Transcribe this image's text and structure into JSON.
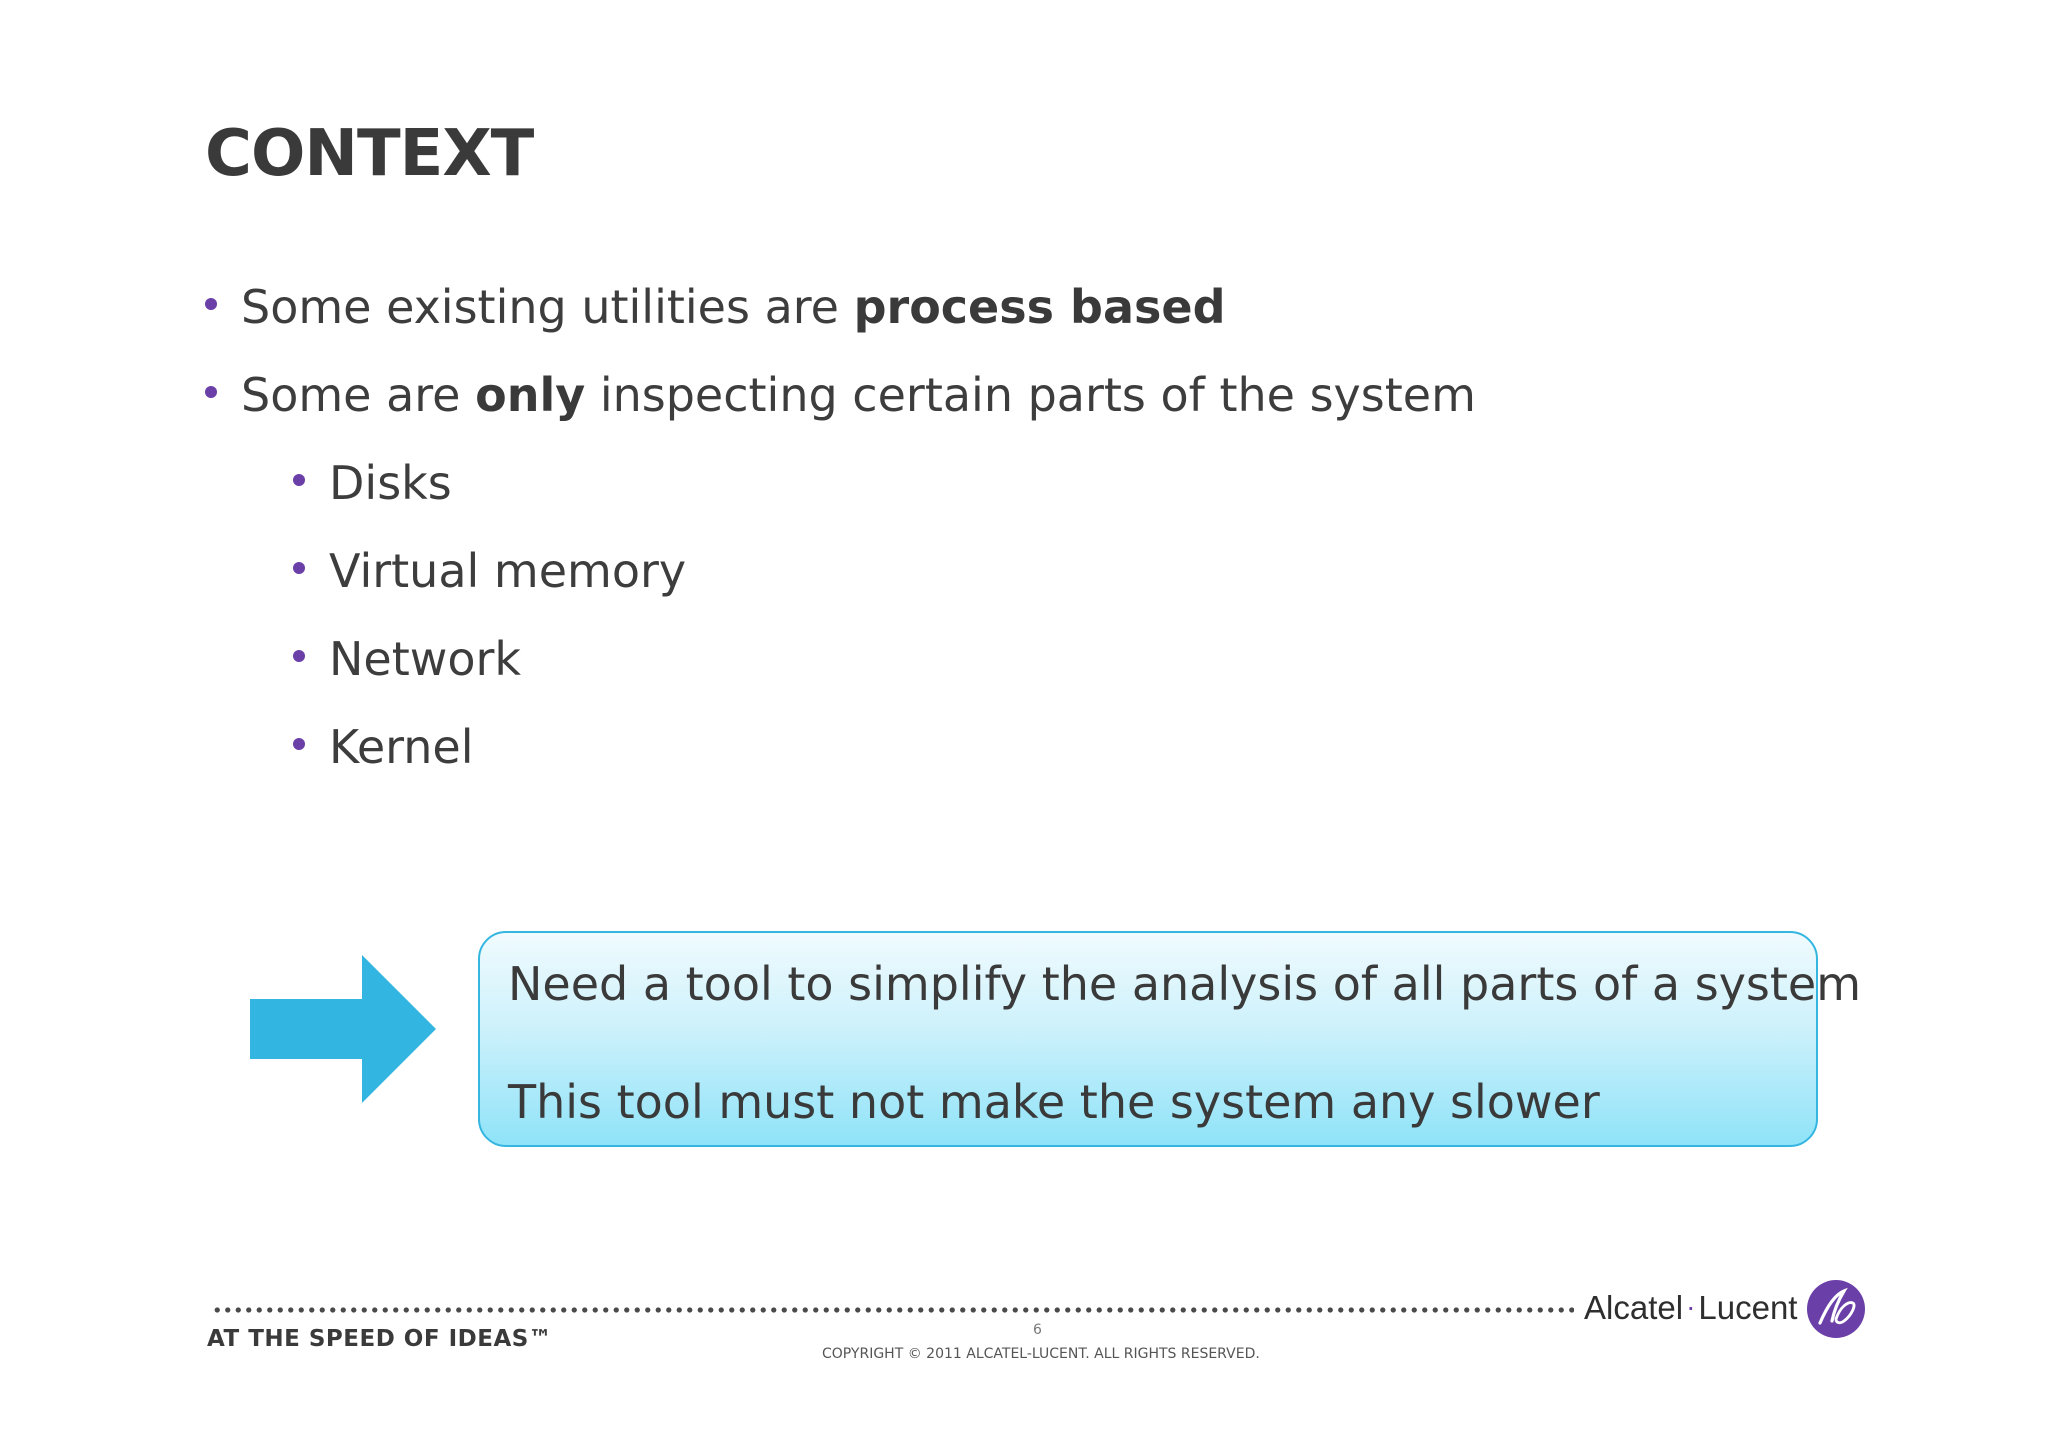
{
  "slide": {
    "title": "CONTEXT",
    "bullets": [
      {
        "level": 1,
        "parts": [
          {
            "text": "Some existing utilities are ",
            "bold": false
          },
          {
            "text": "process based",
            "bold": true
          }
        ]
      },
      {
        "level": 1,
        "parts": [
          {
            "text": "Some are ",
            "bold": false
          },
          {
            "text": "only",
            "bold": true
          },
          {
            "text": " inspecting certain parts of the system",
            "bold": false
          }
        ]
      },
      {
        "level": 2,
        "parts": [
          {
            "text": "Disks",
            "bold": false
          }
        ]
      },
      {
        "level": 2,
        "parts": [
          {
            "text": "Virtual memory",
            "bold": false
          }
        ]
      },
      {
        "level": 2,
        "parts": [
          {
            "text": "Network",
            "bold": false
          }
        ]
      },
      {
        "level": 2,
        "parts": [
          {
            "text": "Kernel",
            "bold": false
          }
        ]
      }
    ],
    "callout": {
      "line1": "Need a tool to simplify the analysis of all parts of a system",
      "line2": "This tool must not make the system any slower"
    }
  },
  "footer": {
    "tagline": "AT THE SPEED OF IDEAS™",
    "page_number": "6",
    "copyright": "COPYRIGHT © 2011 ALCATEL-LUCENT.  ALL RIGHTS RESERVED.",
    "brand_left": "Alcatel",
    "brand_sep": "·",
    "brand_right": "Lucent"
  },
  "colors": {
    "bullet": "#6b3fa8",
    "arrow": "#33b5e2",
    "callout_border": "#35b6e0",
    "logo": "#6b3fa8"
  },
  "icons": {
    "arrow": "right-arrow-icon",
    "logo": "alcatel-lucent-logo-icon"
  }
}
